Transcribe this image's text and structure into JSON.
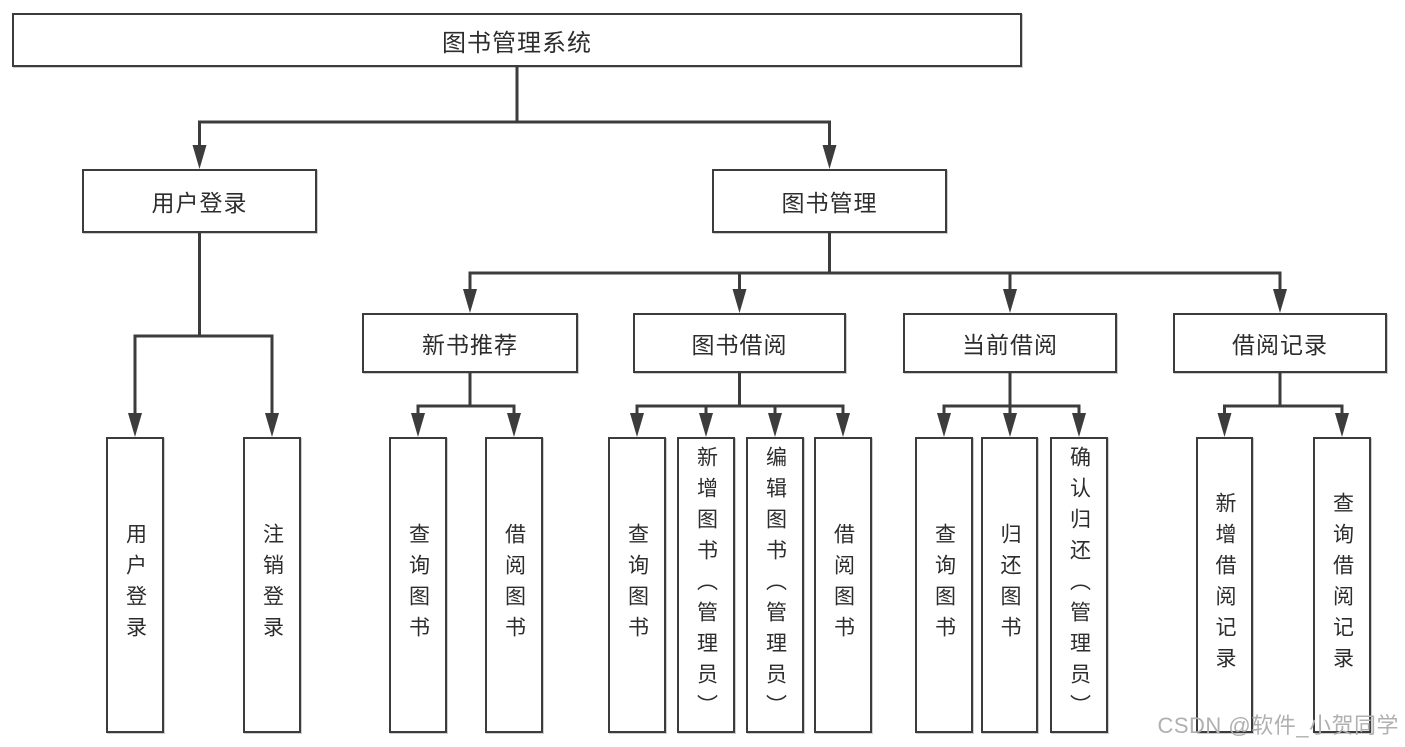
{
  "meta": {
    "watermark": "CSDN @软件_小贺同学",
    "colors": {
      "line": "#3c3c3c",
      "box_border": "#3c3c3c",
      "box_fill": "#ffffff",
      "text": "#2d2d2d",
      "watermark": "#b0b0b0",
      "background": "#ffffff"
    }
  },
  "tree": {
    "root": {
      "label": "图书管理系统"
    },
    "branches": [
      {
        "label": "用户登录",
        "children": [
          "用户登录",
          "注销登录"
        ]
      },
      {
        "label": "图书管理",
        "children": [
          {
            "label": "新书推荐",
            "children": [
              "查询图书",
              "借阅图书"
            ]
          },
          {
            "label": "图书借阅",
            "children": [
              "查询图书",
              "新增图书（管理员）",
              "编辑图书（管理员）",
              "借阅图书"
            ]
          },
          {
            "label": "当前借阅",
            "children": [
              "查询图书",
              "归还图书",
              "确认归还（管理员）"
            ]
          },
          {
            "label": "借阅记录",
            "children": [
              "新增借阅记录",
              "查询借阅记录"
            ]
          }
        ]
      }
    ]
  }
}
